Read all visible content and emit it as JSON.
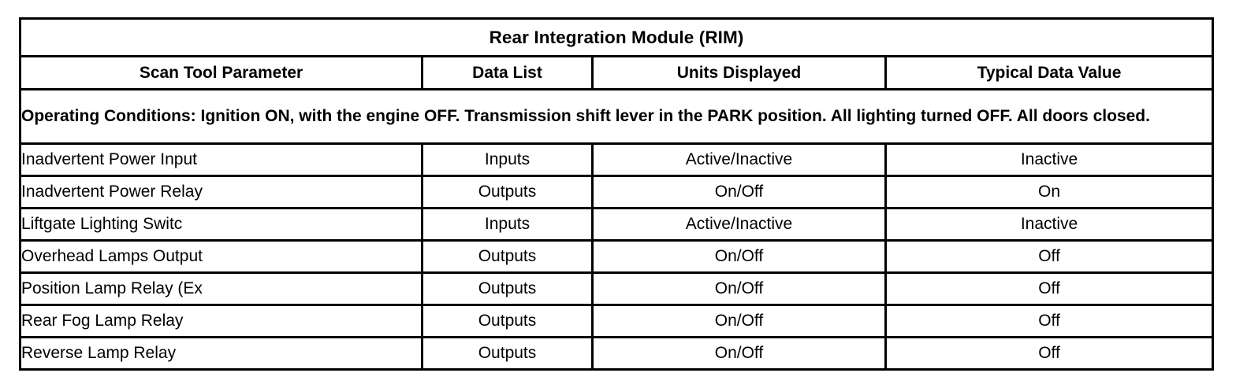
{
  "table": {
    "title": "Rear Integration Module (RIM)",
    "columns": [
      {
        "key": "parameter",
        "label": "Scan Tool Parameter"
      },
      {
        "key": "data_list",
        "label": "Data List"
      },
      {
        "key": "units",
        "label": "Units Displayed"
      },
      {
        "key": "typical",
        "label": "Typical Data Value"
      }
    ],
    "operating_conditions": "Operating Conditions: Ignition ON, with the engine OFF. Transmission shift lever in the PARK position. All lighting turned OFF. All doors closed.",
    "rows": [
      {
        "parameter": "Inadvertent Power Input",
        "data_list": "Inputs",
        "units": "Active/Inactive",
        "typical": "Inactive"
      },
      {
        "parameter": "Inadvertent Power Relay",
        "data_list": "Outputs",
        "units": "On/Off",
        "typical": "On"
      },
      {
        "parameter": "Liftgate Lighting Switc",
        "data_list": "Inputs",
        "units": "Active/Inactive",
        "typical": "Inactive"
      },
      {
        "parameter": "Overhead Lamps Output",
        "data_list": "Outputs",
        "units": "On/Off",
        "typical": "Off"
      },
      {
        "parameter": "Position Lamp Relay (Ex",
        "data_list": "Outputs",
        "units": "On/Off",
        "typical": "Off"
      },
      {
        "parameter": "Rear Fog Lamp Relay",
        "data_list": "Outputs",
        "units": "On/Off",
        "typical": "Off"
      },
      {
        "parameter": "Reverse Lamp Relay",
        "data_list": "Outputs",
        "units": "On/Off",
        "typical": "Off"
      }
    ]
  },
  "colors": {
    "page_background": "#ffffff",
    "cell_background": "#ffffff",
    "border": "#000000",
    "text": "#000000"
  }
}
